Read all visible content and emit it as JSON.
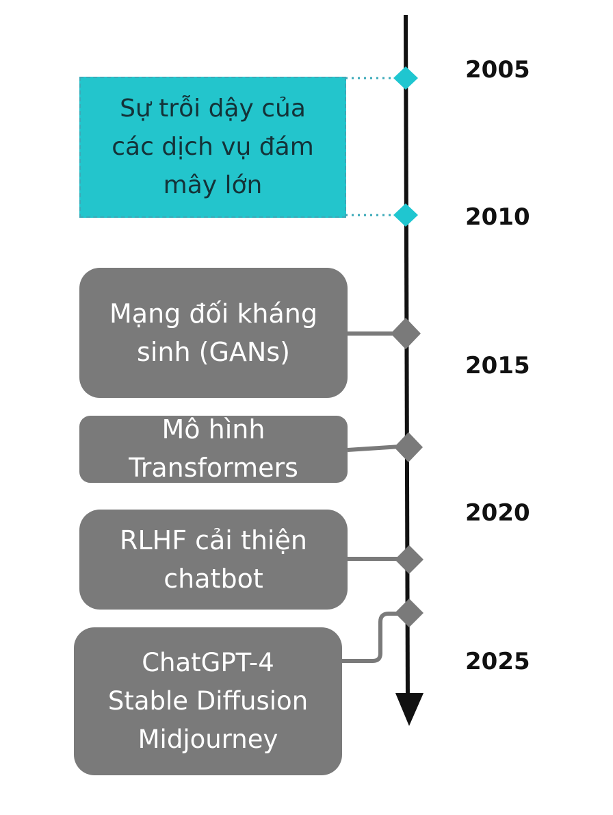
{
  "timeline": {
    "years": [
      "2005",
      "2010",
      "2015",
      "2020",
      "2025"
    ],
    "colors": {
      "axis": "#111111",
      "cloud_fill": "#23c5cc",
      "cloud_marker": "#1fc6d0",
      "event_fill": "#7a7a7a"
    }
  },
  "events": [
    {
      "label_lines": [
        "Sự trỗi dậy của",
        "các dịch vụ đám",
        "mây lớn"
      ]
    },
    {
      "label_lines": [
        "Mạng đối kháng",
        "sinh (GANs)"
      ]
    },
    {
      "label_lines": [
        "Mô hình",
        "Transformers"
      ]
    },
    {
      "label_lines": [
        "RLHF cải thiện",
        "chatbot"
      ]
    },
    {
      "label_lines": [
        "ChatGPT-4",
        "Stable Diffusion",
        "Midjourney"
      ]
    }
  ]
}
